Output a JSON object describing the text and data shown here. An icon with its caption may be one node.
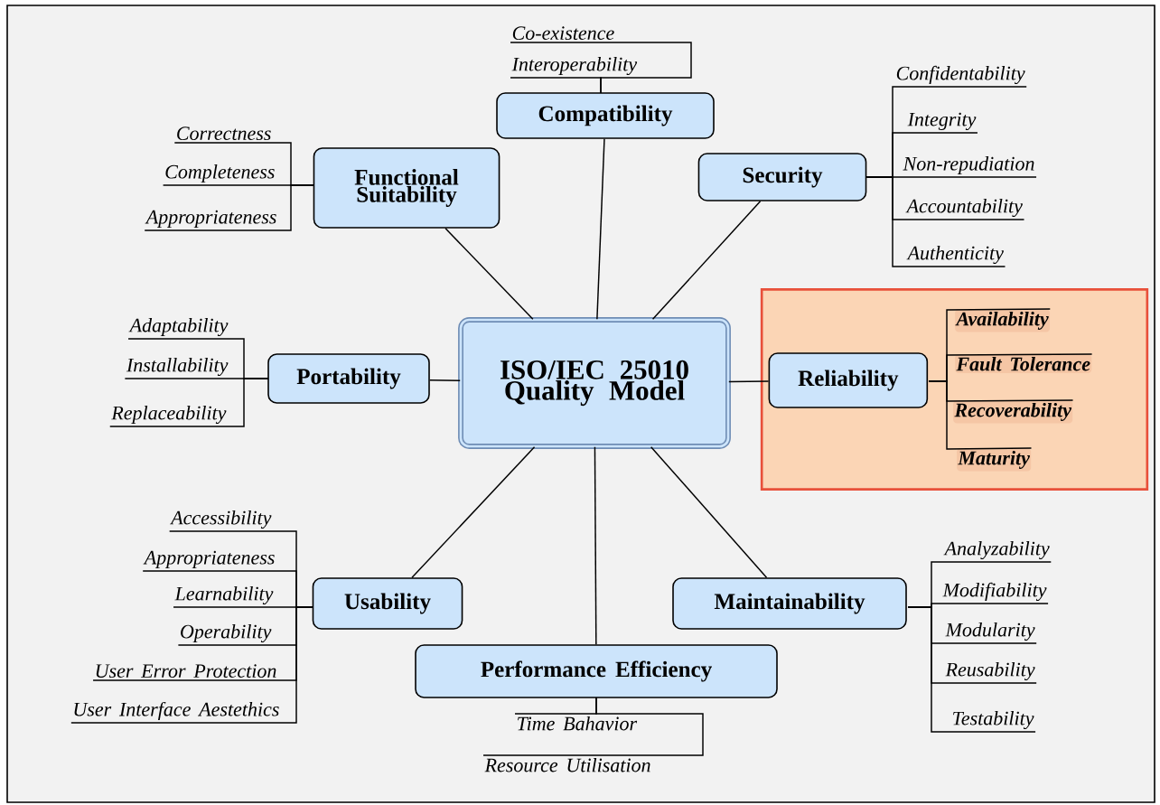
{
  "diagram": {
    "nodes": [
      {
        "text": [
          "ISO/IEC 25010 Quality Model"
        ]
      },
      {
        "text": [
          "Compatibility"
        ]
      },
      {
        "text": [
          "Functional Suitability"
        ]
      },
      {
        "text": [
          "Security"
        ]
      },
      {
        "text": [
          "Portability"
        ]
      },
      {
        "text": [],
        "shape": "box"
      },
      {
        "text": [
          "Reliability"
        ],
        "in": 5
      },
      {
        "text": [
          "Usability"
        ]
      },
      {
        "text": [
          "Performance Efficiency"
        ]
      },
      {
        "text": [
          "Maintainability"
        ]
      },
      {
        "text": [
          "Co-existence"
        ]
      },
      {
        "text": [
          "Interoperability"
        ]
      },
      {
        "text": [
          "Correctness"
        ]
      },
      {
        "text": [
          "Completeness"
        ]
      },
      {
        "text": [
          "Appropriateness"
        ]
      },
      {
        "text": [
          "Confidentability"
        ]
      },
      {
        "text": [
          "Integrity"
        ]
      },
      {
        "text": [
          "Non-repudiation"
        ]
      },
      {
        "text": [
          "Accountability"
        ]
      },
      {
        "text": [
          "Authenticity"
        ]
      },
      {
        "text": [
          "Adaptability"
        ]
      },
      {
        "text": [
          "Installability"
        ]
      },
      {
        "text": [
          "Replaceability"
        ]
      },
      {
        "text": [
          "Availability"
        ],
        "in": 5
      },
      {
        "text": [
          "Fault Tolerance"
        ],
        "in": 5
      },
      {
        "text": [
          "Recoverability"
        ],
        "in": 5
      },
      {
        "text": [
          "Maturity"
        ],
        "in": 5
      },
      {
        "text": [
          "Accessibility"
        ]
      },
      {
        "text": [
          "Appropriateness"
        ]
      },
      {
        "text": [
          "Learnability"
        ]
      },
      {
        "text": [
          "Operability"
        ]
      },
      {
        "text": [
          "User Error Protection"
        ]
      },
      {
        "text": [
          "User Interface Aestethics"
        ]
      },
      {
        "text": [
          "Analyzability"
        ]
      },
      {
        "text": [
          "Modifiability"
        ]
      },
      {
        "text": [
          "Modularity"
        ]
      },
      {
        "text": [
          "Reusability"
        ]
      },
      {
        "text": [
          "Testability"
        ]
      },
      {
        "text": [
          "Time Bahavior"
        ]
      },
      {
        "text": [
          "Resource Utilisation"
        ]
      }
    ],
    "edges": [
      {
        "from": 0,
        "to": 1,
        "arrow": "none"
      },
      {
        "from": 0,
        "to": 2,
        "arrow": "none"
      },
      {
        "from": 0,
        "to": 3,
        "arrow": "none"
      },
      {
        "from": 0,
        "to": 4,
        "arrow": "none"
      },
      {
        "from": 0,
        "to": 6,
        "arrow": "none"
      },
      {
        "from": 0,
        "to": 7,
        "arrow": "none"
      },
      {
        "from": 0,
        "to": 8,
        "arrow": "none"
      },
      {
        "from": 0,
        "to": 9,
        "arrow": "none"
      },
      {
        "from": 1,
        "to": 10,
        "arrow": "none"
      },
      {
        "from": 1,
        "to": 11,
        "arrow": "none"
      },
      {
        "from": 2,
        "to": 12,
        "arrow": "none"
      },
      {
        "from": 2,
        "to": 13,
        "arrow": "none"
      },
      {
        "from": 2,
        "to": 14,
        "arrow": "none"
      },
      {
        "from": 3,
        "to": 15,
        "arrow": "none"
      },
      {
        "from": 3,
        "to": 16,
        "arrow": "none"
      },
      {
        "from": 3,
        "to": 17,
        "arrow": "none"
      },
      {
        "from": 3,
        "to": 18,
        "arrow": "none"
      },
      {
        "from": 3,
        "to": 19,
        "arrow": "none"
      },
      {
        "from": 4,
        "to": 20,
        "arrow": "none"
      },
      {
        "from": 4,
        "to": 21,
        "arrow": "none"
      },
      {
        "from": 4,
        "to": 22,
        "arrow": "none"
      },
      {
        "from": 6,
        "to": 23,
        "arrow": "none"
      },
      {
        "from": 6,
        "to": 24,
        "arrow": "none"
      },
      {
        "from": 6,
        "to": 25,
        "arrow": "none"
      },
      {
        "from": 6,
        "to": 26,
        "arrow": "none"
      },
      {
        "from": 7,
        "to": 27,
        "arrow": "none"
      },
      {
        "from": 7,
        "to": 28,
        "arrow": "none"
      },
      {
        "from": 7,
        "to": 29,
        "arrow": "none"
      },
      {
        "from": 7,
        "to": 30,
        "arrow": "none"
      },
      {
        "from": 7,
        "to": 31,
        "arrow": "none"
      },
      {
        "from": 7,
        "to": 32,
        "arrow": "none"
      },
      {
        "from": 9,
        "to": 33,
        "arrow": "none"
      },
      {
        "from": 9,
        "to": 34,
        "arrow": "none"
      },
      {
        "from": 9,
        "to": 35,
        "arrow": "none"
      },
      {
        "from": 9,
        "to": 36,
        "arrow": "none"
      },
      {
        "from": 9,
        "to": 37,
        "arrow": "none"
      },
      {
        "from": 8,
        "to": 38,
        "arrow": "none"
      },
      {
        "from": 8,
        "to": 39,
        "arrow": "none"
      }
    ]
  }
}
